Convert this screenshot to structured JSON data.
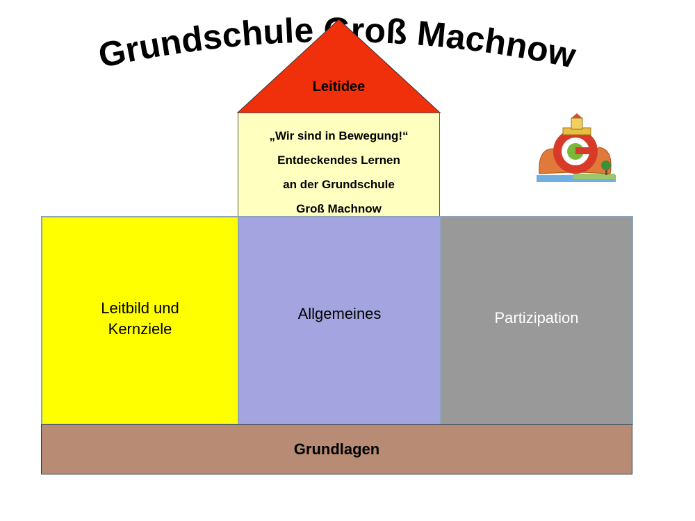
{
  "title": "Grundschule Groß Machnow",
  "roof": {
    "label": "Leitidee",
    "color": "#f0300a"
  },
  "motto": {
    "lines": [
      "„Wir sind in Bewegung!“",
      "Entdeckendes Lernen",
      "an der Grundschule",
      "Groß Machnow"
    ]
  },
  "pillars": [
    {
      "label": "Leitbild und Kernziele",
      "color": "#ffff00"
    },
    {
      "label": "Allgemeines",
      "color": "#a4a4e0"
    },
    {
      "label": "Partizipation",
      "color": "#999999"
    }
  ],
  "foundation": {
    "label": "Grundlagen",
    "color": "#b88c74"
  },
  "logo": {
    "icon": "school-logo-icon"
  }
}
